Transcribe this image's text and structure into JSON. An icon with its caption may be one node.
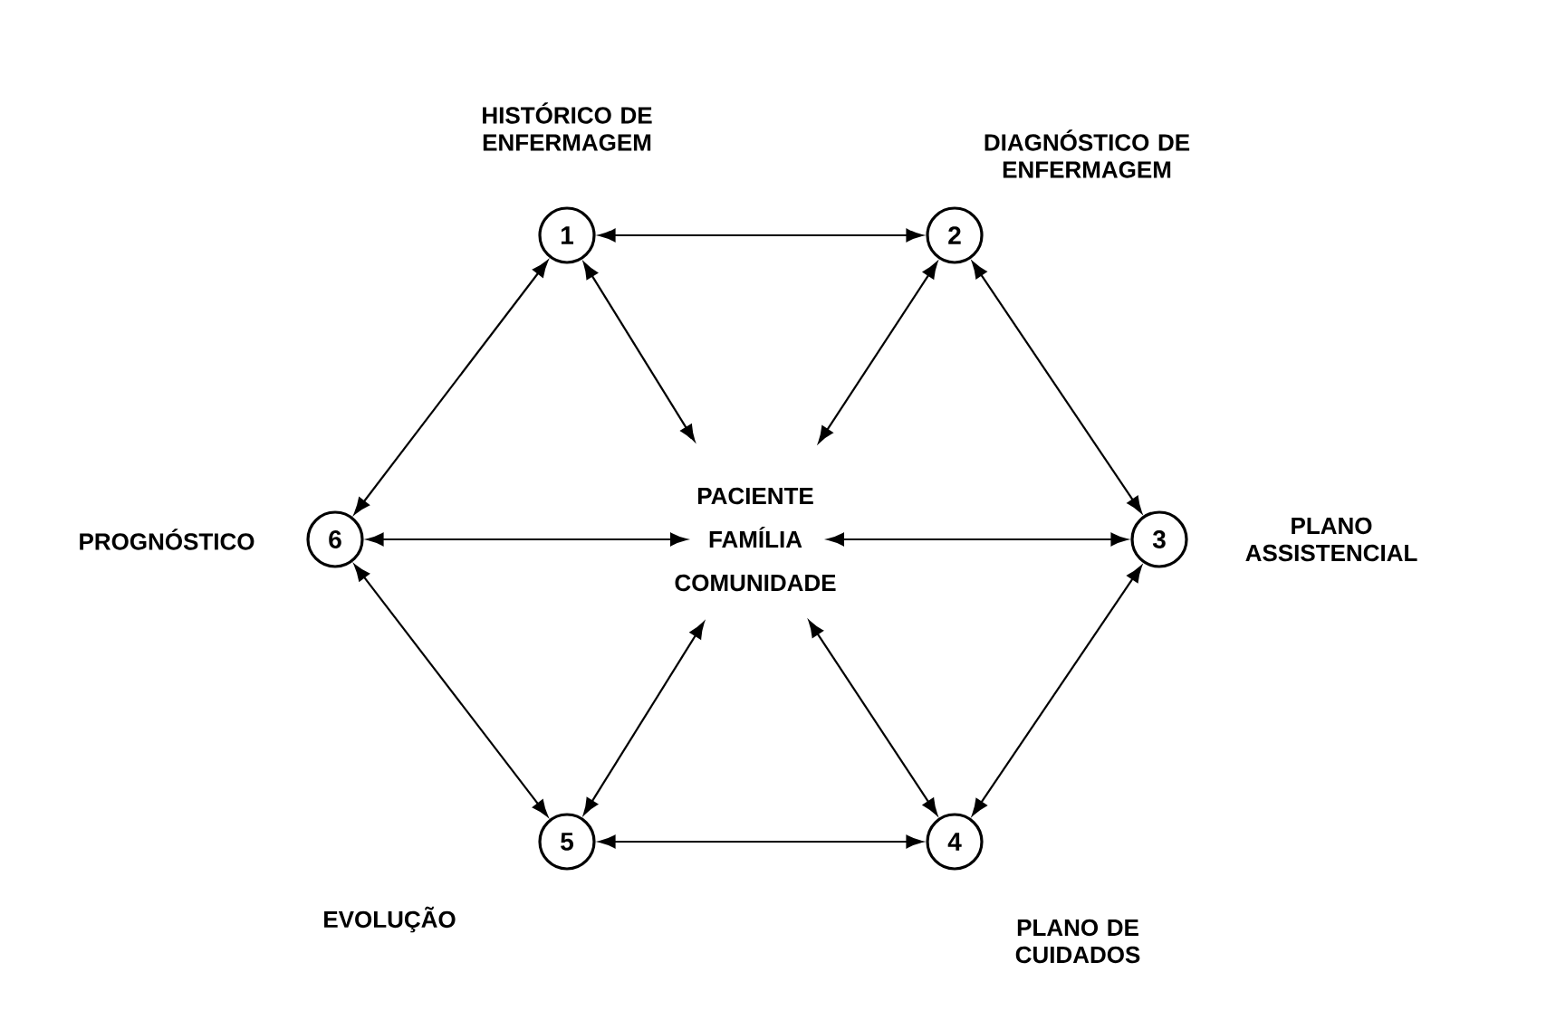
{
  "diagram": {
    "nodes": [
      {
        "text": [
          "1"
        ],
        "beside": [
          "HISTÓRICO DE ENFERMAGEM"
        ]
      },
      {
        "text": [
          "2"
        ],
        "beside": [
          "DIAGNÓSTICO DE ENFERMAGEM"
        ]
      },
      {
        "text": [
          "3"
        ],
        "beside": [
          "PLANO ASSISTENCIAL"
        ]
      },
      {
        "text": [
          "4"
        ],
        "beside": [
          "PLANO DE CUIDADOS"
        ]
      },
      {
        "text": [
          "5"
        ],
        "beside": [
          "EVOLUÇÃO"
        ]
      },
      {
        "text": [
          "6"
        ],
        "beside": [
          "PROGNÓSTICO"
        ]
      },
      {
        "text": [
          "PACIENTE FAMÍLIA COMUNIDADE"
        ]
      }
    ],
    "edges": [
      {
        "from": 0,
        "to": 1,
        "arrow": "both"
      },
      {
        "from": 1,
        "to": 2,
        "arrow": "both"
      },
      {
        "from": 2,
        "to": 3,
        "arrow": "both"
      },
      {
        "from": 3,
        "to": 4,
        "arrow": "both"
      },
      {
        "from": 4,
        "to": 5,
        "arrow": "both"
      },
      {
        "from": 5,
        "to": 0,
        "arrow": "both"
      },
      {
        "from": 0,
        "to": 6,
        "arrow": "both"
      },
      {
        "from": 1,
        "to": 6,
        "arrow": "both"
      },
      {
        "from": 2,
        "to": 6,
        "arrow": "both"
      },
      {
        "from": 3,
        "to": 6,
        "arrow": "both"
      },
      {
        "from": 4,
        "to": 6,
        "arrow": "both"
      },
      {
        "from": 5,
        "to": 6,
        "arrow": "both"
      }
    ]
  }
}
